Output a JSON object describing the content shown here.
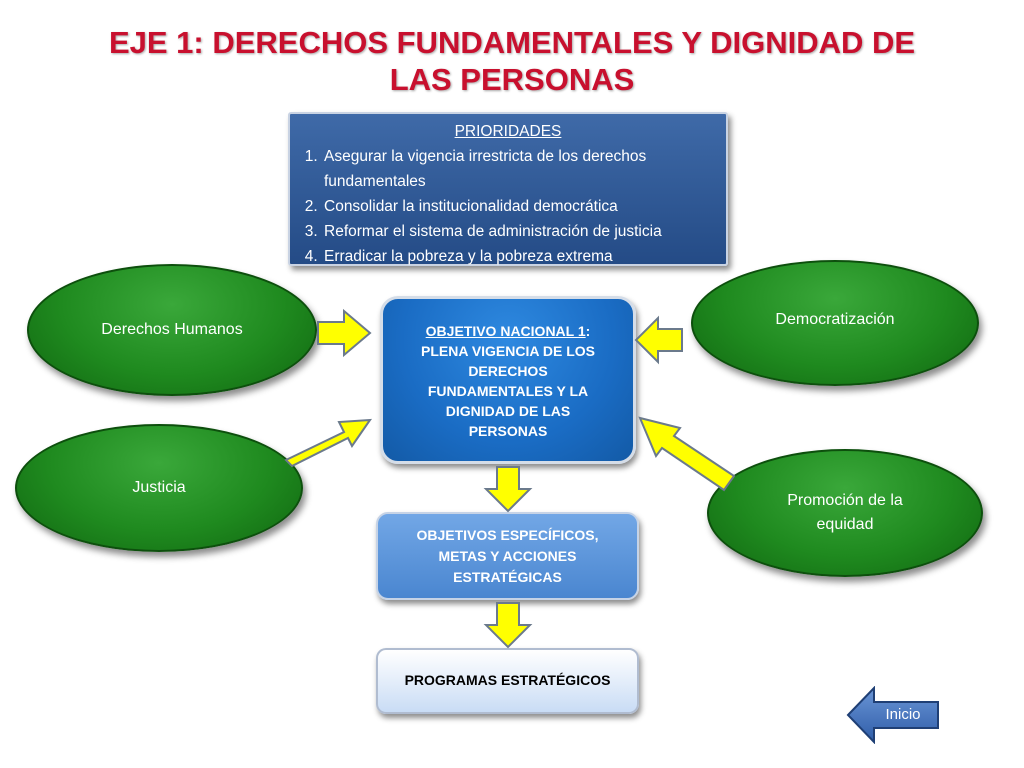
{
  "title": {
    "line1": "EJE 1: DERECHOS FUNDAMENTALES Y DIGNIDAD DE",
    "line2": "LAS PERSONAS"
  },
  "priorities": {
    "heading": "PRIORIDADES",
    "items": [
      "Asegurar la vigencia irrestricta de los derechos fundamentales",
      "Consolidar la institucionalidad democrática",
      "Reformar el sistema de administración de justicia",
      "Erradicar la pobreza y la pobreza extrema"
    ]
  },
  "center": {
    "label": "OBJETIVO NACIONAL 1",
    "colon": ":",
    "lines": [
      "PLENA VIGENCIA DE LOS",
      "DERECHOS",
      "FUNDAMENTALES Y  LA",
      "DIGNIDAD DE LAS",
      "PERSONAS"
    ]
  },
  "ellipses": {
    "derechos_humanos": "Derechos Humanos",
    "justicia": "Justicia",
    "democratizacion": "Democratización",
    "promocion": [
      "Promoción de la",
      "equidad"
    ]
  },
  "specific": {
    "lines": [
      "OBJETIVOS ESPECÍFICOS,",
      "METAS Y ACCIONES",
      "ESTRATÉGICAS"
    ]
  },
  "programs": {
    "label": "PROGRAMAS ESTRATÉGICOS"
  },
  "nav": {
    "inicio": "Inicio"
  },
  "colors": {
    "title": "#c8102e",
    "priorities_bg": "#2f5a96",
    "ellipse_green": "#1f8a1f",
    "center_blue": "#1a6cc4",
    "arrow_yellow": "#ffff00",
    "arrow_outline": "#6b7a8c",
    "nav_button": "#3f6fb8"
  },
  "icons": {
    "arrows": "block-arrow",
    "inicio": "left-arrow-icon"
  }
}
